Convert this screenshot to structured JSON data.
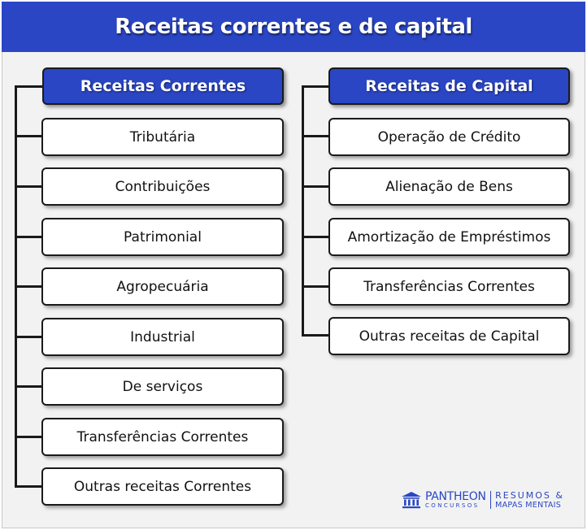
{
  "title": "Receitas correntes e de capital",
  "left": {
    "heading": "Receitas Correntes",
    "items": [
      "Tributária",
      "Contribuições",
      "Patrimonial",
      "Agropecuária",
      "Industrial",
      "De serviços",
      "Transferências Correntes",
      "Outras receitas Correntes"
    ]
  },
  "right": {
    "heading": "Receitas de Capital",
    "items": [
      "Operação de Crédito",
      "Alienação de Bens",
      "Amortização de Empréstimos",
      "Transferências Correntes",
      "Outras receitas de Capital"
    ]
  },
  "logo": {
    "brand": "PANTHEON",
    "sub": "CONCURSOS",
    "tagline_1": "RESUMOS &",
    "tagline_2": "MAPAS MENTAIS"
  },
  "colors": {
    "accent_blue": "#2a46c4",
    "background": "#f2f2f2",
    "box_border": "#1a1a1a"
  }
}
